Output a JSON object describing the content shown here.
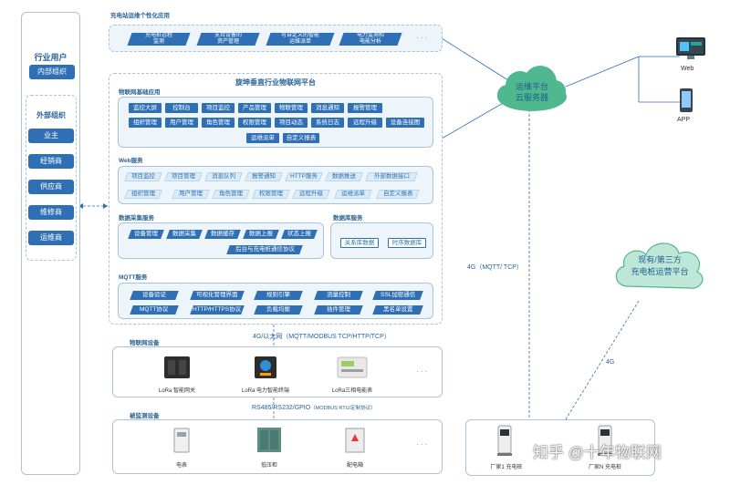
{
  "top": {
    "title": "充电站运维个性化应用",
    "items": [
      "充电桩远程\n监测",
      "支持设备的\n资产管理",
      "可自定义的智能\n运维派单",
      "电力监测和\n电能分析"
    ],
    "more": "· · ·"
  },
  "sidebar": {
    "title": "行业用户",
    "inner_org": "内部组织",
    "external_title": "外部组织",
    "items": [
      "业主",
      "经销商",
      "供应商",
      "维修商",
      "运维商"
    ]
  },
  "platform": {
    "title": "旋坤垂直行业物联网平台",
    "basic": {
      "title": "物联网基础应用",
      "row1": [
        "监控大屏",
        "控制台",
        "项目监控",
        "产品管理",
        "物联管理",
        "消息通知",
        "报警管理"
      ],
      "row2": [
        "组织管理",
        "用户管理",
        "角色管理",
        "权限管理",
        "项目动态",
        "系统日志",
        "远程升级",
        "设备连接图"
      ],
      "row3": [
        "运维派单",
        "自定义报表"
      ]
    },
    "web": {
      "title": "Web服务",
      "row1": [
        "项目监控",
        "项目管理",
        "消息队列",
        "报警通知",
        "HTTP服务",
        "数据推送",
        "外部数据接口"
      ],
      "row2": [
        "组织管理",
        "用户管理",
        "角色管理",
        "权限管理",
        "远程升级",
        "运维派单",
        "自定义报表"
      ]
    },
    "collect": {
      "title": "数据采集服务",
      "row1": [
        "设备管理",
        "数据采集",
        "数据缓存",
        "数据上报",
        "状态上报"
      ],
      "row2": [
        "后台与充电桩通信协议"
      ]
    },
    "db": {
      "title": "数据库服务",
      "items": [
        "关系库数据",
        "时序数据库"
      ]
    },
    "mqtt": {
      "title": "MQTT服务",
      "row1": [
        "设备验证",
        "可视化管理界面",
        "规则引擎",
        "流量控制",
        "SSL加密通信"
      ],
      "row2": [
        "MQTT协议",
        "HTTP/HTTPS协议",
        "负载均衡",
        "插件管理",
        "黑名单设置"
      ]
    }
  },
  "net1": "4G/以太网（MQTT/MODBUS TCP/HTTP/TCP）",
  "iot": {
    "title": "物联网设备",
    "items": [
      "LoRa 智能网关",
      "LoRa 电力智能终端",
      "LoRa三相电能表"
    ],
    "more": "· · ·"
  },
  "net2_main": "RS485/RS232/GPIO",
  "net2_sub": "（MODBUS RTU/定制协议）",
  "monitored": {
    "title": "被监测设备",
    "items": [
      "电表",
      "低压柜",
      "配电箱"
    ],
    "more": "· · ·"
  },
  "cloud_main": {
    "line1": "运维平台",
    "line2": "云服务器"
  },
  "clients": {
    "web": "Web",
    "app": "APP"
  },
  "link1": "4G（MQTT/ TCP）",
  "cloud_third": {
    "line1": "现有/第三方",
    "line2": "充电桩运营平台"
  },
  "link2": "4G",
  "chargers": {
    "left": "厂家1 充电桩",
    "right": "厂家N 充电桩"
  },
  "watermark": "知乎 @十年物联网"
}
